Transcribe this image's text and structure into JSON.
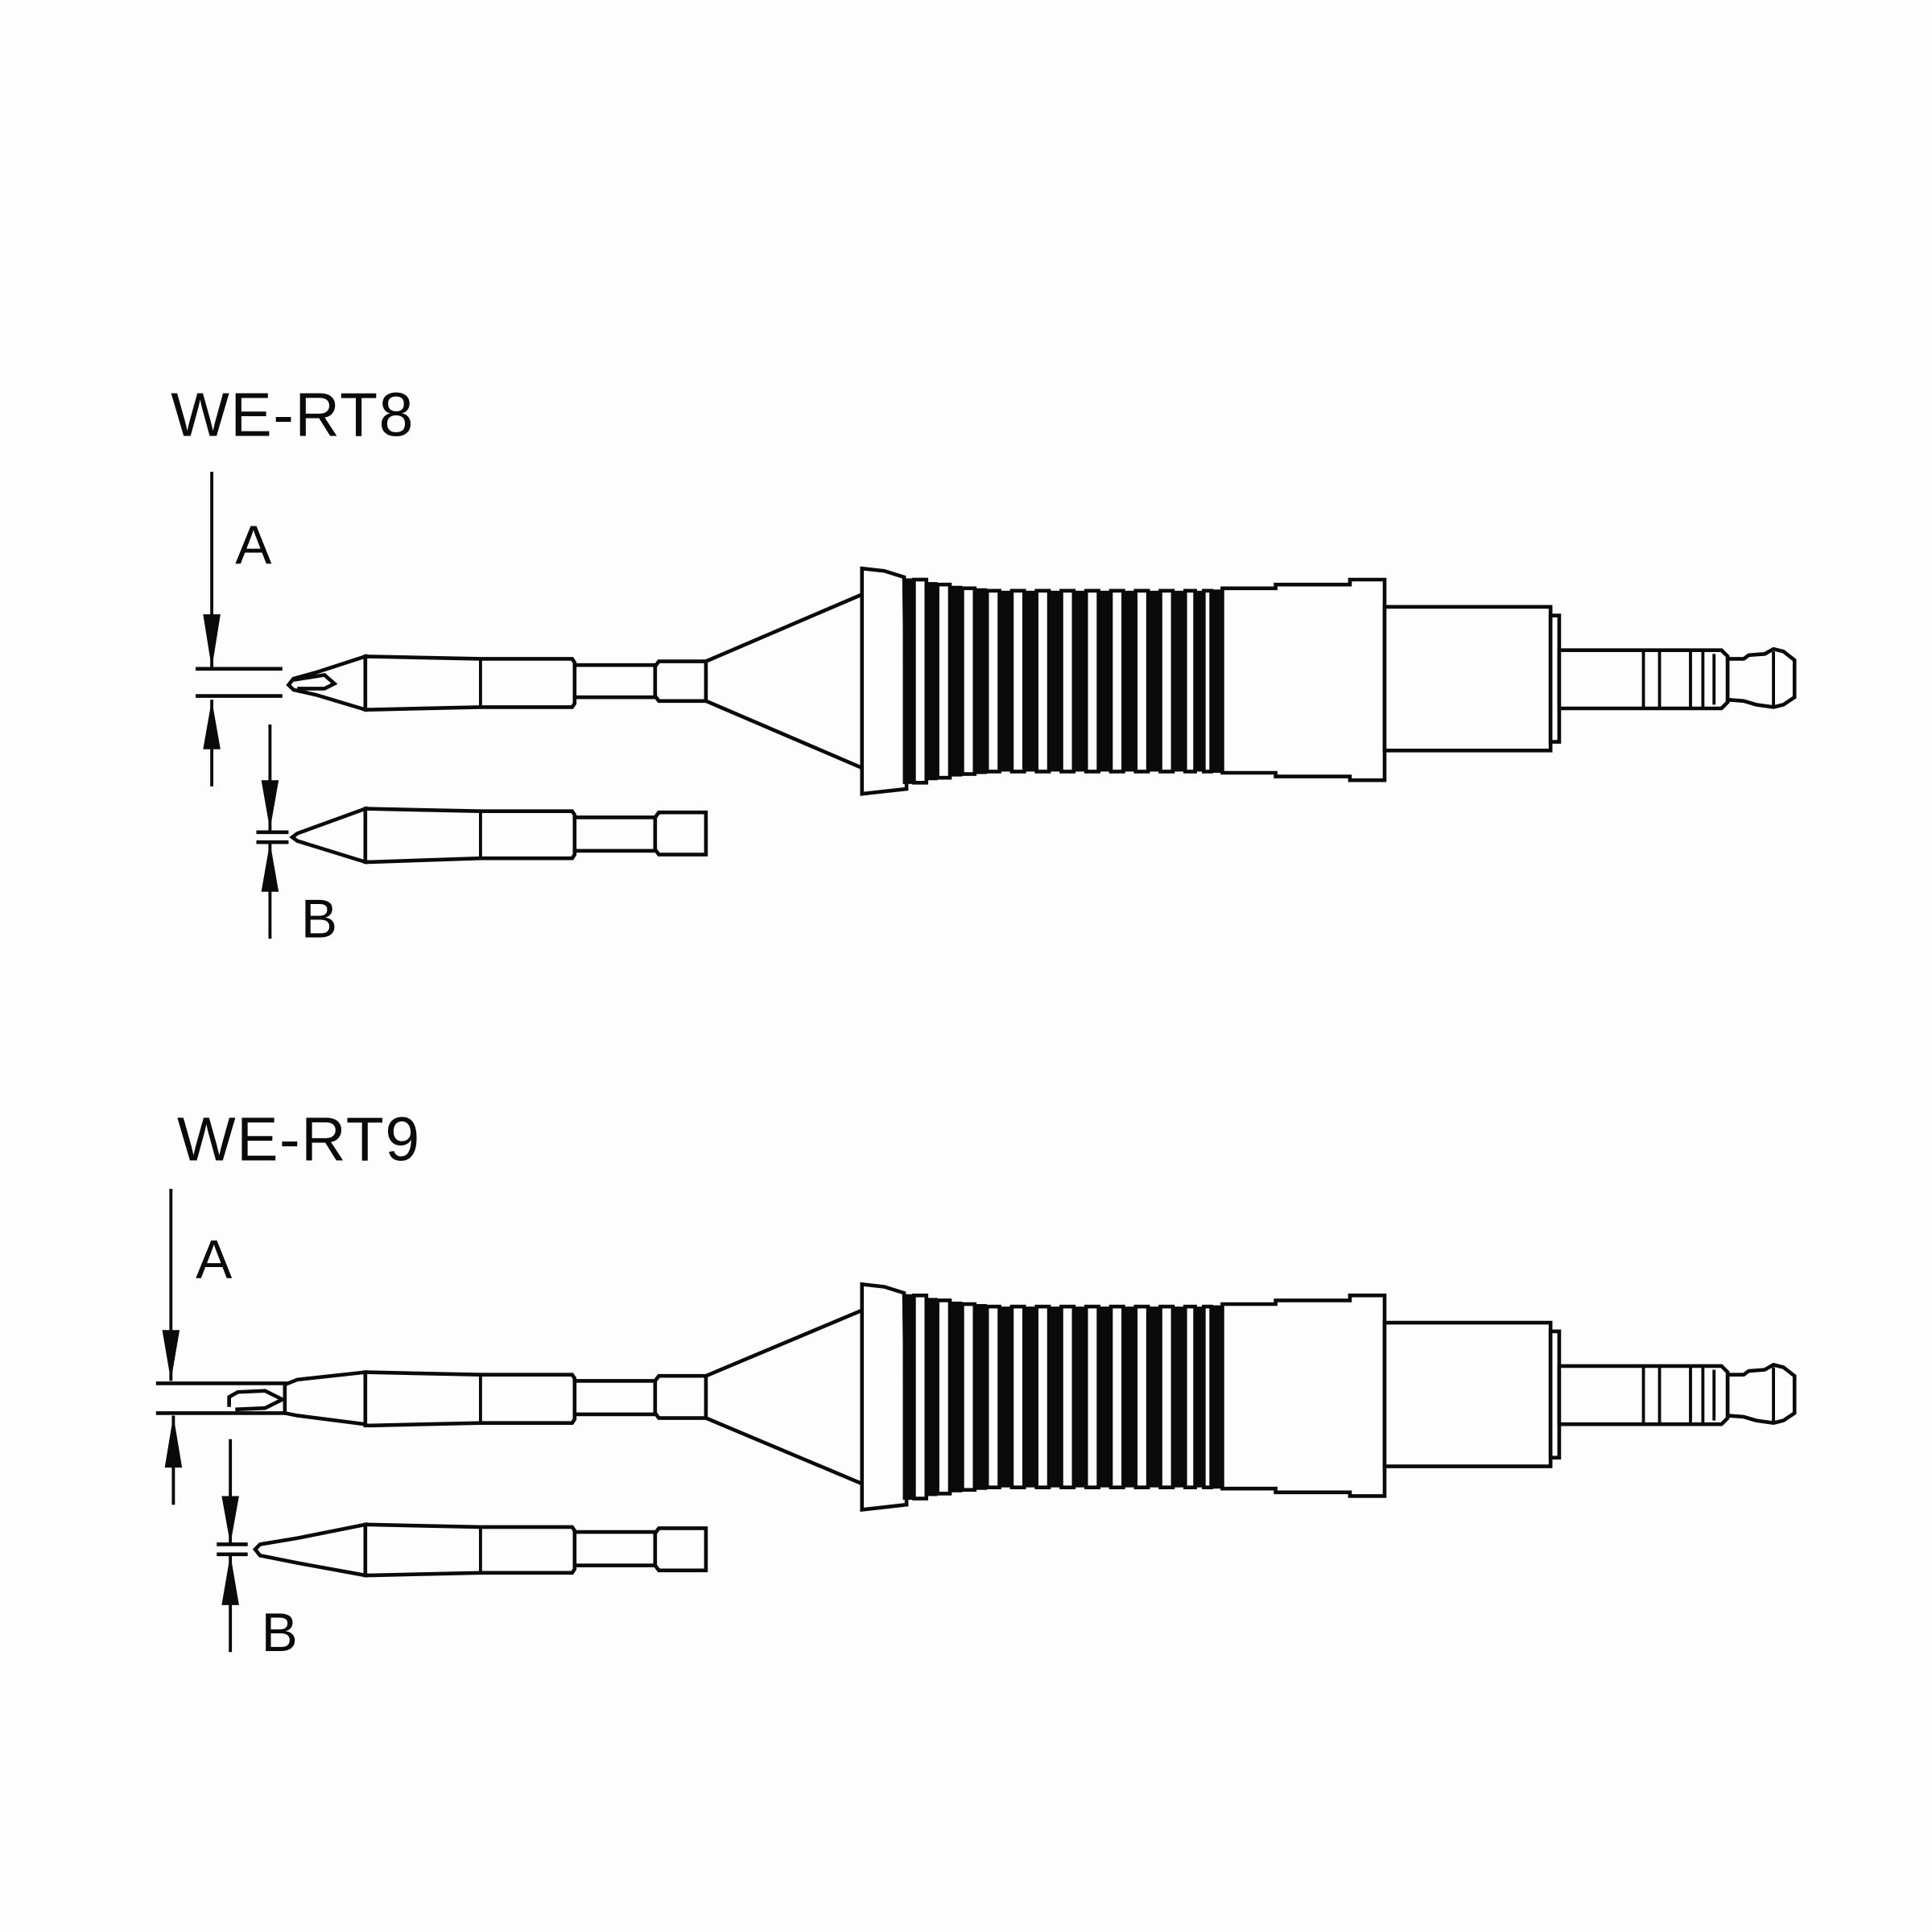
{
  "diagram": {
    "type": "technical-drawing",
    "subject": "soldering iron tips with handle",
    "colors": {
      "line": "#0a0a0a",
      "background": "#fdfdfd"
    },
    "tools": [
      {
        "id": "rt8",
        "title": "WE-RT8",
        "dimension_a_label": "A",
        "dimension_b_label": "B",
        "tip_shape": "conical-short",
        "views": [
          "side-view",
          "top-view"
        ]
      },
      {
        "id": "rt9",
        "title": "WE-RT9",
        "dimension_a_label": "A",
        "dimension_b_label": "B",
        "tip_shape": "conical-long",
        "views": [
          "side-view",
          "top-view"
        ]
      }
    ]
  }
}
